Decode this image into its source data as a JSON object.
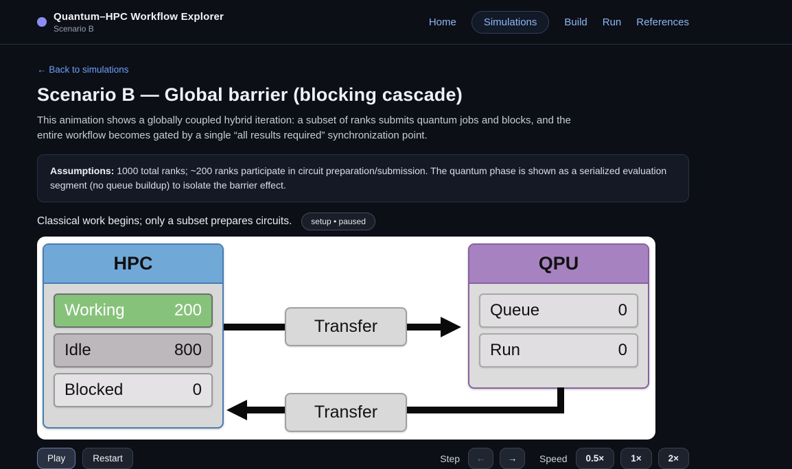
{
  "header": {
    "brand_title": "Quantum–HPC Workflow Explorer",
    "brand_subtitle": "Scenario B",
    "nav": [
      {
        "label": "Home"
      },
      {
        "label": "Simulations"
      },
      {
        "label": "Build"
      },
      {
        "label": "Run"
      },
      {
        "label": "References"
      }
    ],
    "active_nav": "Simulations"
  },
  "page": {
    "back_link": "← Back to simulations",
    "title": "Scenario B — Global barrier (blocking cascade)",
    "description": "This animation shows a globally coupled hybrid iteration: a subset of ranks submits quantum jobs and blocks, and the entire workflow becomes gated by a single “all results required” synchronization point.",
    "assumptions_label": "Assumptions:",
    "assumptions_text": " 1000 total ranks; ~200 ranks participate in circuit preparation/submission. The quantum phase is shown as a serialized evaluation segment (no queue buildup) to isolate the barrier effect.",
    "status_caption": "Classical work begins; only a subset prepares circuits.",
    "status_badge": "setup • paused"
  },
  "diagram": {
    "hpc": {
      "title": "HPC",
      "rows": [
        {
          "label": "Working",
          "value": "200"
        },
        {
          "label": "Idle",
          "value": "800"
        },
        {
          "label": "Blocked",
          "value": "0"
        }
      ]
    },
    "qpu": {
      "title": "QPU",
      "rows": [
        {
          "label": "Queue",
          "value": "0"
        },
        {
          "label": "Run",
          "value": "0"
        }
      ]
    },
    "transfer_top": "Transfer",
    "transfer_bottom": "Transfer",
    "colors": {
      "hpc_header": "#70a9d8",
      "hpc_border": "#4a7cb0",
      "qpu_header": "#a782c0",
      "qpu_border": "#8a5fa0",
      "working_green": "#87c27b",
      "idle_gray": "#bcb8bc",
      "blocked_gray": "#e4e2e4",
      "transfer_gray": "#d9d9d9",
      "arrow_black": "#0a0a0a",
      "canvas_white": "#ffffff",
      "accent_link_blue": "#8fb6f4",
      "brand_dot": "#8b8ef0"
    }
  },
  "controls": {
    "play": "Play",
    "restart": "Restart",
    "step_label": "Step",
    "step_back": "←",
    "step_forward": "→",
    "speed_label": "Speed",
    "speeds": [
      {
        "label": "0.5×"
      },
      {
        "label": "1×"
      },
      {
        "label": "2×"
      }
    ]
  }
}
